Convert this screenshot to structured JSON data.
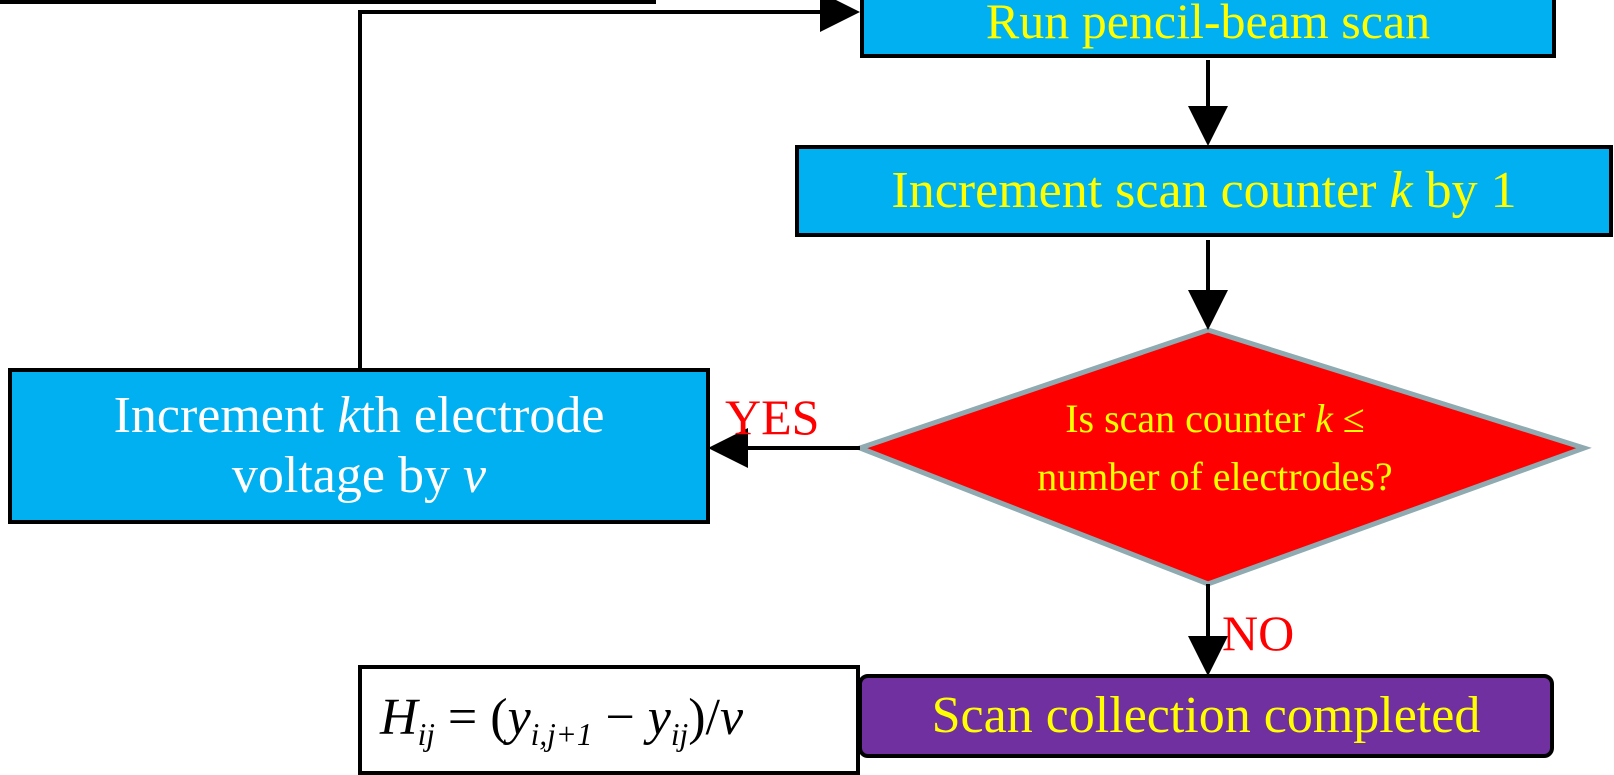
{
  "nodes": {
    "run_scan": "Run pencil-beam scan",
    "increment_counter": {
      "before": "Increment scan counter ",
      "var": "k",
      "after": " by 1"
    },
    "decision": {
      "line1_before": "Is scan counter ",
      "line1_var": "k",
      "line1_after": " ≤",
      "line2": "number of electrodes?"
    },
    "increment_voltage": {
      "var1": "k",
      "line1_before": "Increment ",
      "line1_after": "th electrode",
      "line2_before": "voltage by ",
      "line2_var": "v"
    },
    "completed": "Scan collection completed",
    "formula": {
      "H": "H",
      "sub_ij": "ij",
      "eq": " = (",
      "y1": "y",
      "sub_ij1": "i,j+1",
      "minus": " − ",
      "y2": "y",
      "sub_ij2": "ij",
      "close": ")/",
      "v": "v"
    }
  },
  "branches": {
    "yes": "YES",
    "no": "NO"
  },
  "colors": {
    "box_blue": "#00b0f0",
    "diamond_red": "#ff0000",
    "completed_purple": "#7030a0",
    "node_text": "#ffff00",
    "branch_text": "#ff0000"
  }
}
